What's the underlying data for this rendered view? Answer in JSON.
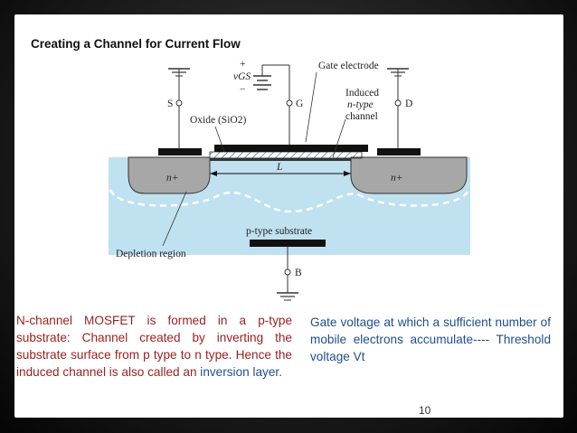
{
  "slide": {
    "title": "Creating a Channel for Current Flow",
    "page_number": "10"
  },
  "diagram": {
    "labels": {
      "s": "S",
      "g": "G",
      "d": "D",
      "b": "B",
      "vgs_plus": "+",
      "vgs": "vGS",
      "vgs_minus": "−",
      "gate_electrode": "Gate electrode",
      "oxide": "Oxide (SiO2)",
      "induced_1": "Induced",
      "induced_2": "n-type",
      "induced_3": "channel",
      "n_plus_left": "n+",
      "n_plus_right": "n+",
      "length": "L",
      "substrate": "p-type substrate",
      "depletion": "Depletion region"
    }
  },
  "text": {
    "left_main": "N-channel MOSFET is formed in a p-type substrate: Channel created by inverting the substrate surface from p type to n type. Hence the induced channel is also called an ",
    "left_tail": "inversion layer.",
    "right": "Gate voltage at which a sufficient number of mobile electrons accumulate---- Threshold voltage Vt"
  },
  "colors": {
    "substrate": "#bfe1f0",
    "n_region": "#a7a7a7",
    "panel": "#ffffff",
    "left_text": "#9a1f1f",
    "accent_text": "#1f4e8f"
  }
}
